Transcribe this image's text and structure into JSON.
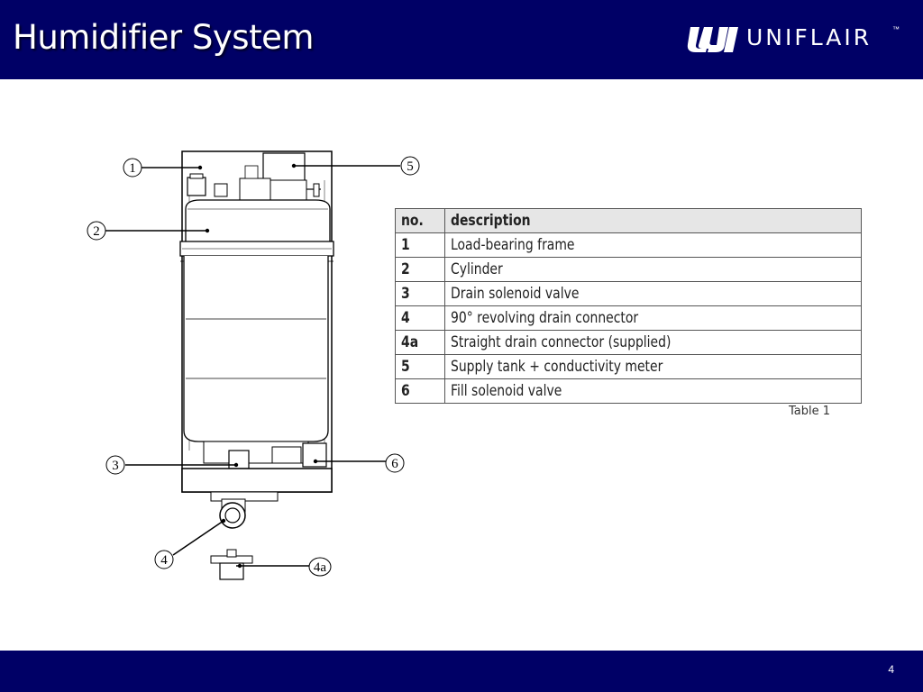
{
  "slide": {
    "title": "Humidifier System",
    "page_number": "4"
  },
  "logo": {
    "text": "UNIFLAIR",
    "tm": "™"
  },
  "diagram": {
    "callouts": [
      "1",
      "2",
      "3",
      "4",
      "4a",
      "5",
      "6"
    ]
  },
  "table": {
    "headers": [
      "no.",
      "description"
    ],
    "rows": [
      {
        "no": "1",
        "description": "Load-bearing frame"
      },
      {
        "no": "2",
        "description": "Cylinder"
      },
      {
        "no": "3",
        "description": "Drain solenoid valve"
      },
      {
        "no": "4",
        "description": "90° revolving drain connector"
      },
      {
        "no": "4a",
        "description": "Straight drain connector (supplied)"
      },
      {
        "no": "5",
        "description": "Supply tank + conductivity meter"
      },
      {
        "no": "6",
        "description": "Fill solenoid valve"
      }
    ],
    "caption_fragment": "Table 1"
  },
  "colors": {
    "header_bg": "#000066",
    "footer_bg": "#000066",
    "table_header_bg": "#e6e6e6"
  }
}
